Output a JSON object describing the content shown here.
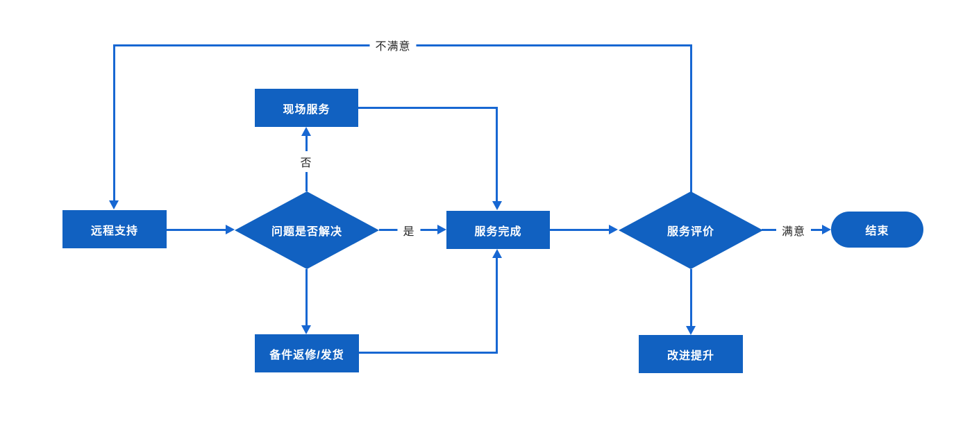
{
  "diagram": {
    "type": "flowchart",
    "colors": {
      "node_fill": "#1161c1",
      "connector": "#1767d2",
      "node_text": "#ffffff",
      "edge_label_text": "#262626",
      "background": "#ffffff"
    },
    "nodes": [
      {
        "id": "remote-support",
        "shape": "rect",
        "label": "远程支持"
      },
      {
        "id": "onsite-service",
        "shape": "rect",
        "label": "现场服务"
      },
      {
        "id": "problem-solved",
        "shape": "diamond",
        "label": "问题是否解决"
      },
      {
        "id": "service-complete",
        "shape": "rect",
        "label": "服务完成"
      },
      {
        "id": "parts-repair-ship",
        "shape": "rect",
        "label": "备件返修/发货"
      },
      {
        "id": "service-evaluation",
        "shape": "diamond",
        "label": "服务评价"
      },
      {
        "id": "improvement",
        "shape": "rect",
        "label": "改进提升"
      },
      {
        "id": "end",
        "shape": "pill",
        "label": "结束"
      }
    ],
    "edge_labels": {
      "dissatisfied": "不满意",
      "no": "否",
      "yes": "是",
      "satisfied": "满意"
    }
  }
}
